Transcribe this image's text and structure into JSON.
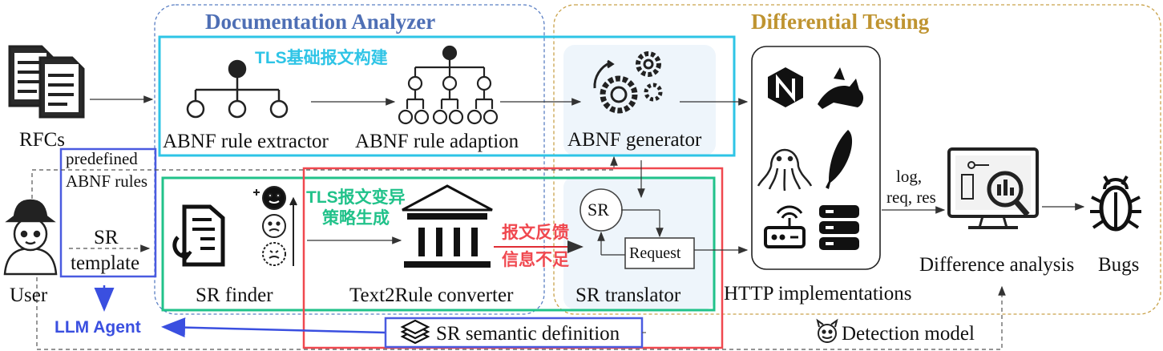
{
  "sections": {
    "doc_analyzer_title": "Documentation Analyzer",
    "diff_testing_title": "Differential Testing"
  },
  "nodes": {
    "rfcs": "RFCs",
    "abnf_extractor": "ABNF rule extractor",
    "abnf_adaption": "ABNF rule adaption",
    "abnf_generator": "ABNF generator",
    "sr_finder": "SR finder",
    "text2rule": "Text2Rule converter",
    "sr_translator": "SR translator",
    "sr_circle": "SR",
    "request": "Request",
    "http_impl": "HTTP implementations",
    "diff_analysis": "Difference analysis",
    "bugs": "Bugs",
    "user": "User",
    "sr_template_line1": "SR",
    "sr_template_line2": "template",
    "predefined_line1": "predefined",
    "predefined_line2": "ABNF rules",
    "log_line1": "log,",
    "log_line2": "req, res",
    "sr_semantic": "SR semantic definition",
    "detection_model": "Detection model",
    "llm_agent": "LLM Agent"
  },
  "annotations": {
    "tls_basic": "TLS基础报文构建",
    "tls_mutation_line1": "TLS报文变异",
    "tls_mutation_line2": "策略生成",
    "feedback_line1": "报文反馈",
    "feedback_line2": "信息不足"
  },
  "colors": {
    "doc_box": "#5a7fc4",
    "diff_box": "#c9a24a",
    "doc_title": "#4e6fb5",
    "diff_title": "#bf9431",
    "cyan": "#2ec4e6",
    "green": "#21c28a",
    "red": "#f0484f",
    "blue": "#4a5be0",
    "panel_bg": "#eef5fb"
  }
}
